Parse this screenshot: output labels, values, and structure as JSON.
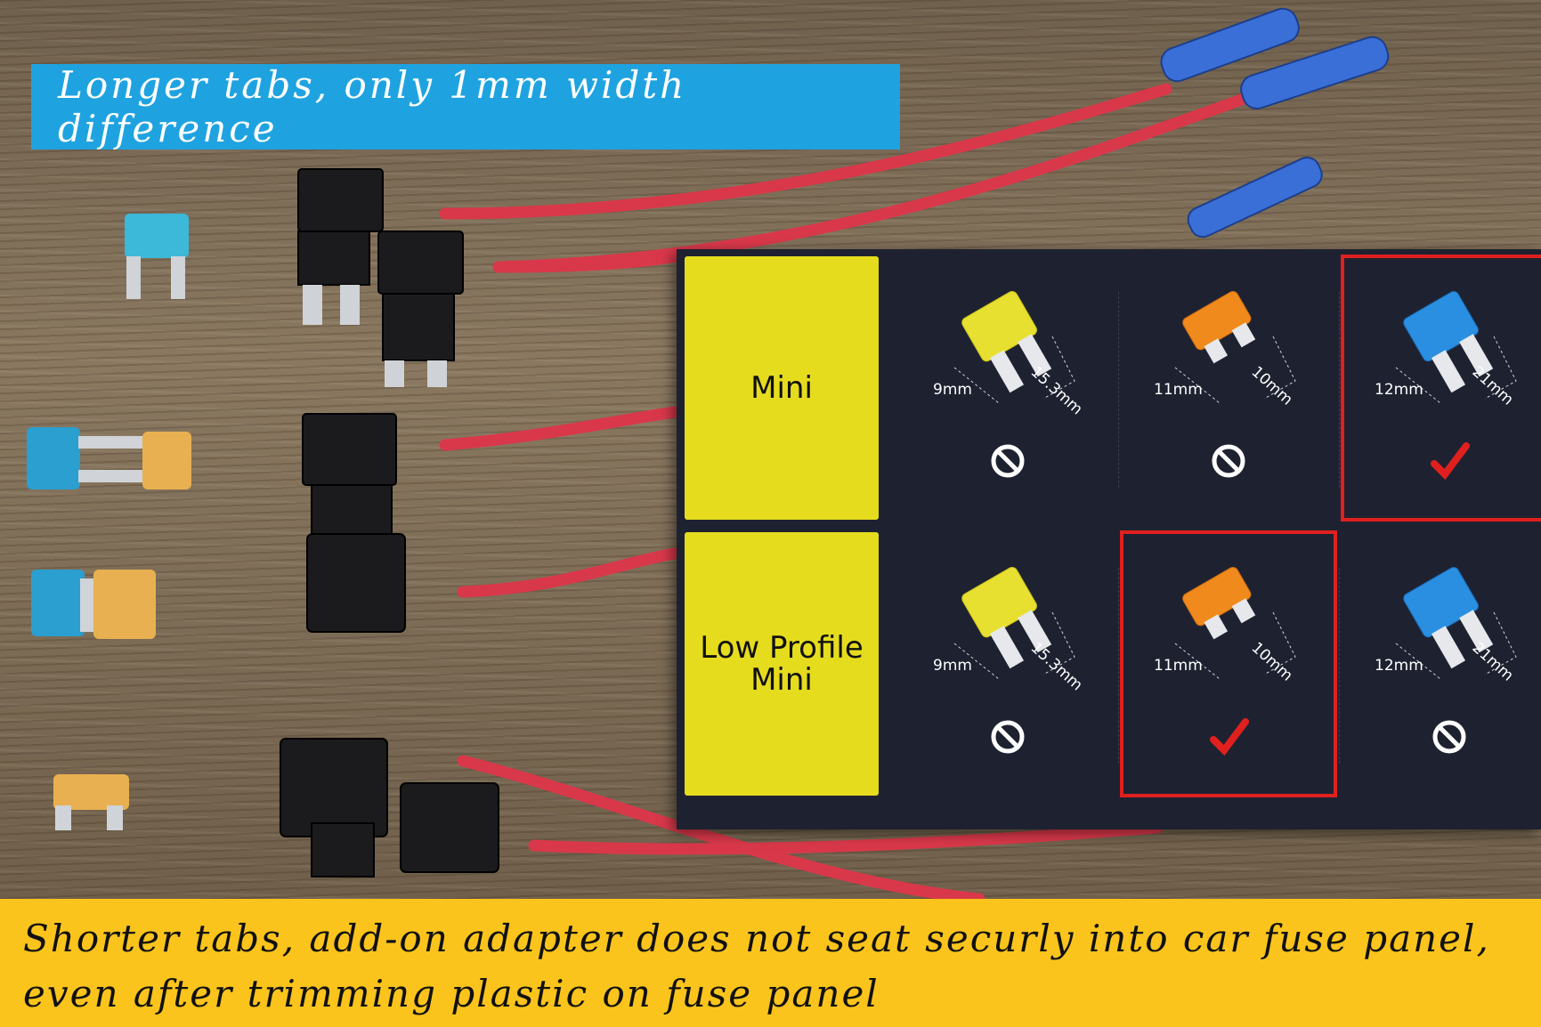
{
  "banner_top": {
    "text": "Longer tabs, only 1mm width difference"
  },
  "banner_bottom": {
    "line1": "Shorter tabs, add-on adapter does not seat securly into car fuse panel,",
    "line2": "even after trimming plastic on fuse panel"
  },
  "colors": {
    "top_banner": "#1fa3e0",
    "bottom_banner": "#fbc41c",
    "label_yellow": "#e6dc1e",
    "panel_bg": "#1e2230",
    "highlight_red": "#e0201f",
    "fuse_yellow": "#e8e030",
    "fuse_orange": "#f08a1c",
    "fuse_blue": "#2a8fe0",
    "wire_red": "#d9384a"
  },
  "table": {
    "rows": [
      {
        "label": "Mini",
        "cells": [
          {
            "color": "yellow",
            "width": "9mm",
            "height": "15.3mm",
            "status": "not-allowed-icon",
            "selected": false
          },
          {
            "color": "orange",
            "width": "11mm",
            "height": "10mm",
            "status": "not-allowed-icon",
            "selected": false
          },
          {
            "color": "blue",
            "width": "12mm",
            "height": "21mm",
            "status": "checkmark-icon",
            "selected": true
          }
        ]
      },
      {
        "label": "Low Profile\nMini",
        "cells": [
          {
            "color": "yellow",
            "width": "9mm",
            "height": "15.3mm",
            "status": "not-allowed-icon",
            "selected": false
          },
          {
            "color": "orange",
            "width": "11mm",
            "height": "10mm",
            "status": "checkmark-icon",
            "selected": true
          },
          {
            "color": "blue",
            "width": "12mm",
            "height": "21mm",
            "status": "not-allowed-icon",
            "selected": false
          }
        ]
      }
    ]
  }
}
